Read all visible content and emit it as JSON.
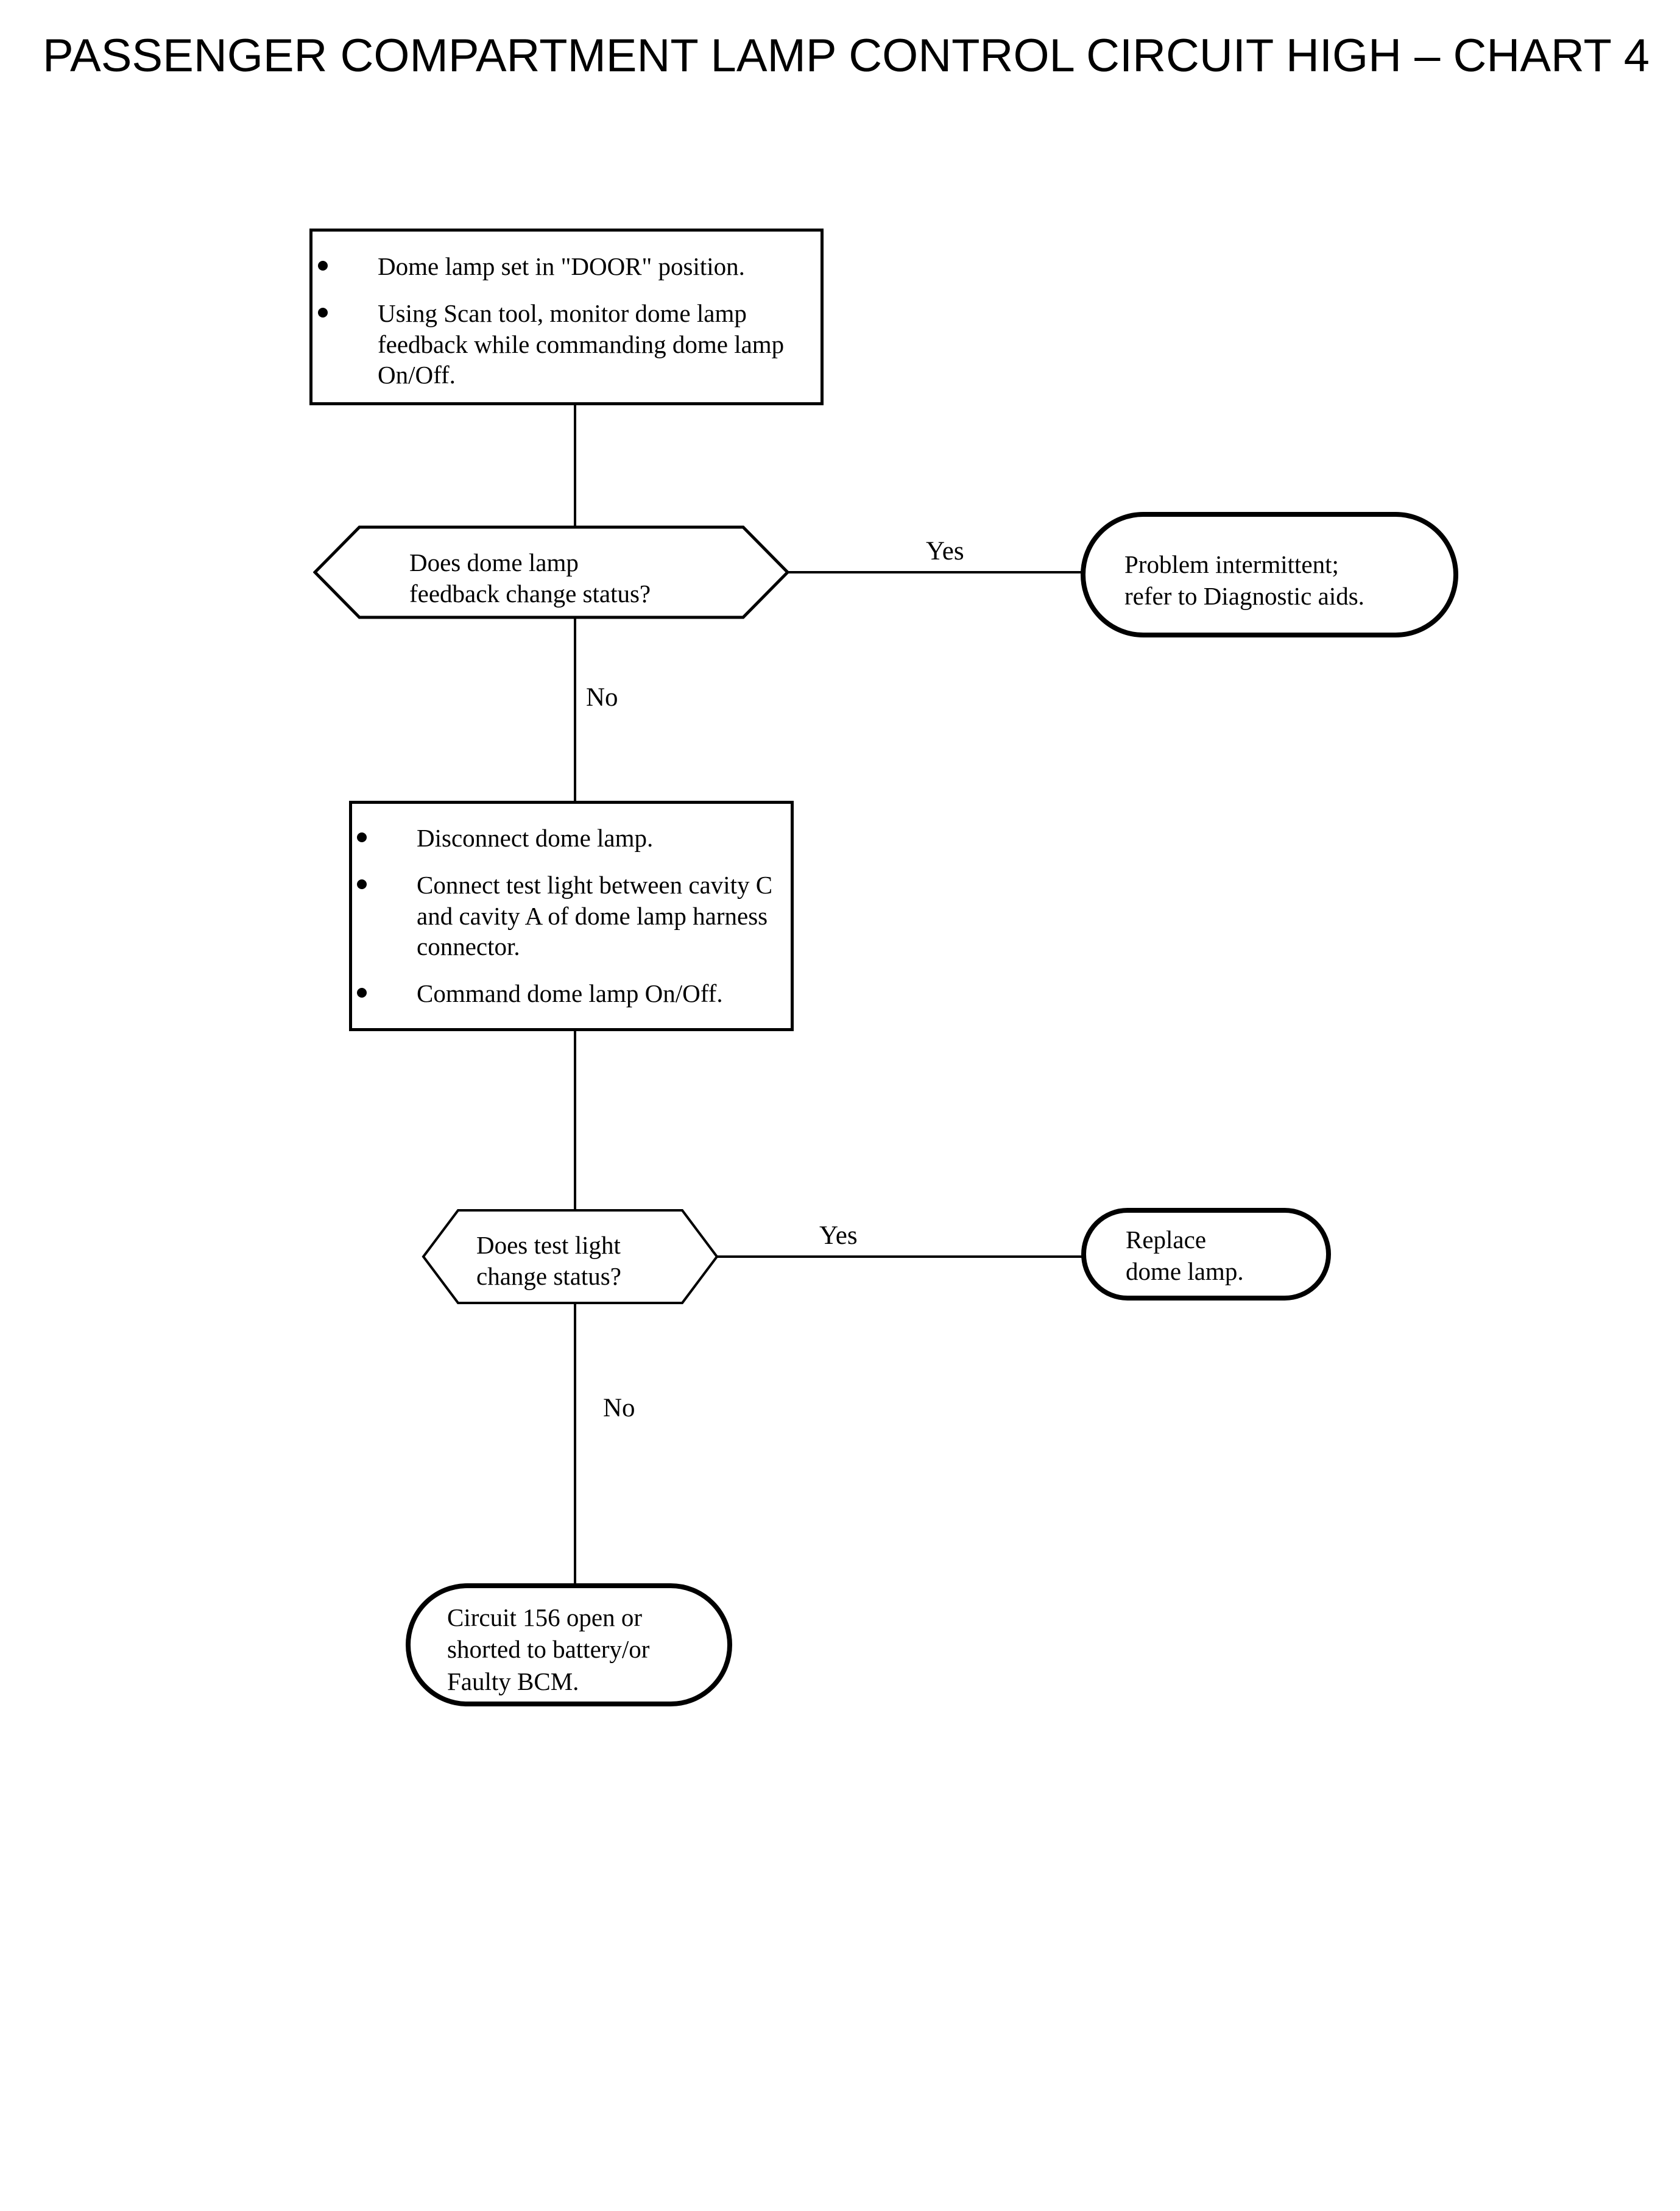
{
  "page": {
    "title": "PASSENGER COMPARTMENT LAMP CONTROL CIRCUIT HIGH – CHART 4",
    "ink_color": "#000000",
    "background_color": "#ffffff"
  },
  "flowchart": {
    "type": "diagnostic-flowchart",
    "nodes": [
      {
        "id": "step1",
        "shape": "process",
        "bullets": [
          "Dome lamp set in \"DOOR\" position.",
          "Using Scan tool, monitor dome lamp feedback while commanding dome lamp On/Off."
        ]
      },
      {
        "id": "decision1",
        "shape": "hexagon",
        "line1": "Does dome lamp",
        "line2": "feedback change status?"
      },
      {
        "id": "result1",
        "shape": "terminal",
        "line1": "Problem intermittent;",
        "line2": "refer to Diagnostic aids."
      },
      {
        "id": "step2",
        "shape": "process",
        "bullets": [
          "Disconnect dome lamp.",
          "Connect test light between cavity C and cavity A of dome lamp harness connector.",
          "Command dome lamp On/Off."
        ]
      },
      {
        "id": "decision2",
        "shape": "hexagon",
        "line1": "Does test light",
        "line2": "change status?"
      },
      {
        "id": "result2",
        "shape": "terminal",
        "line1": "Replace",
        "line2": "dome lamp."
      },
      {
        "id": "result3",
        "shape": "terminal",
        "line1": "Circuit 156 open or",
        "line2": "shorted to battery/or",
        "line3": "Faulty BCM."
      }
    ],
    "branch_labels": {
      "decision1_yes": "Yes",
      "decision1_no": "No",
      "decision2_yes": "Yes",
      "decision2_no": "No"
    }
  }
}
